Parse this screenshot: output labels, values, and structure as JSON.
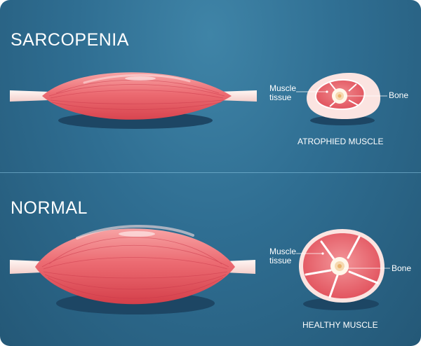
{
  "top": {
    "title": "SARCOPENIA",
    "caption": "ATROPHIED MUSCLE",
    "muscle_label_line1": "Muscle",
    "muscle_label_line2": "tissue",
    "bone_label": "Bone"
  },
  "bottom": {
    "title": "NORMAL",
    "caption": "HEALTHY MUSCLE",
    "muscle_label_line1": "Muscle",
    "muscle_label_line2": "tissue",
    "bone_label": "Bone"
  },
  "colors": {
    "background": "#2f6e92",
    "muscle": "#ec6b72",
    "muscle_dark": "#d8454f",
    "tendon": "#fbe8e5",
    "bone": "#f6d9b0",
    "shadow": "#1d4664"
  }
}
